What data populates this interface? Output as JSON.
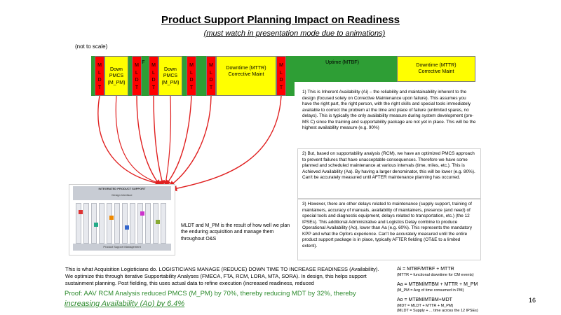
{
  "title": "Product Support Planning Impact on Readiness",
  "subtitle": "(must watch in presentation mode due to animations)",
  "scale_note": "(not to scale)",
  "timeline": {
    "mldt_letters": [
      "M",
      "L",
      "D",
      "T"
    ],
    "mtbf_label": "MTBF",
    "down_pmcs": [
      "Down",
      "PMCS",
      "(M_PM)"
    ],
    "downtime_mttr": [
      "Downtime (MTTR)",
      "Corrective Maint"
    ],
    "uptime_label": "Uptime (MTBF)"
  },
  "notes": [
    "1) This is Inherent Availability (Ai) – the reliability and maintainability inherent to the design (focused solely on Corrective Maintenance upon failure). This assumes you have the right part, the right person, with the right skills and special tools immediately available to correct the problem at the time and place of failure (unlimited spares, no delays). This is typically the only availability measure during system development (pre-MS C) since the training and supportability package are not yet in place. This will be the highest availability measure (e.g. 90%)",
    "2) But, based on supportability analysis (RCM), we have an optimized PMCS approach to prevent failures that have unacceptable consequences. Therefore we have some planned and scheduled maintenance at various intervals (time, miles, etc.). This is Achieved Availability (Aa). By having a larger denominator, this will be lower (e.g. 80%). Can't be accurately measured until AFTER maintenance planning has occurred.",
    "3) However, there are other delays related to maintenance (supply support, training of maintainers, accuracy of manuals, availability of maintainers, presence (and need) of special tools and diagnostic equipment, delays related to transportation, etc.) (the 12 IPSEs). This additional Administrative and Logistics Delay combine to produce Operational Availability (Ao), lower than Aa (e.g. 60%). This represents the mandatory KPP and what the Opfors experience. Can't be accurately measured until the entire product support package is in place, typically AFTER fielding (OT&E to a limited extent)."
  ],
  "support_graphic": {
    "title": "INTEGRATED PRODUCT SUPPORT",
    "roof_label": "Design Interface",
    "base_label": "Product Support Management"
  },
  "mldt_note": "MLDT and M_PM is the result of how well we plan the enduring acquisition and manage them throughout O&S",
  "bottom_text": "This is what Acquisition Logisticians do. LOGISTICIANS MANAGE (REDUCE) DOWN TIME TO INCREASE READINESS (Availability). We optimize this through iterative Supportability Analyses (FMECA, FTA, RCM, LORA, MTA, SORA). In design, this helps support sustainment planning. Post fielding, this uses actual data to refine execution (increased readiness, reduced",
  "proof": {
    "line1": "Proof: AAV RCM Analysis reduced PMCS (M_PM) by 70%, thereby reducing MDT by 32%, thereby",
    "line2": "increasing Availability (Ao) by 6.4%"
  },
  "formulas": {
    "ai": "Ai = MTBF/MTBF + MTTR",
    "ai_sub": "(MTTR = functional downtime for CM events)",
    "aa": "Aa = MTBM/MTBM + MTTR + M_PM",
    "aa_sub": "(M_PM = Avg of time consumed in PM)",
    "ao": "Ao = MTBM/MTBM+MDT",
    "ao_sub1": "(MDT = MLDT + MTTR + M_PM)",
    "ao_sub2": "(MLDT = Supply + ... time across the 12 IPSEs)"
  },
  "page_number": "16",
  "colors": {
    "timeline_green": "#2e9e35",
    "pmcs_yellow": "#ffff00",
    "mldt_red": "#ff0000",
    "arrow_red": "#e02020",
    "proof_green": "#2e8b2e"
  }
}
